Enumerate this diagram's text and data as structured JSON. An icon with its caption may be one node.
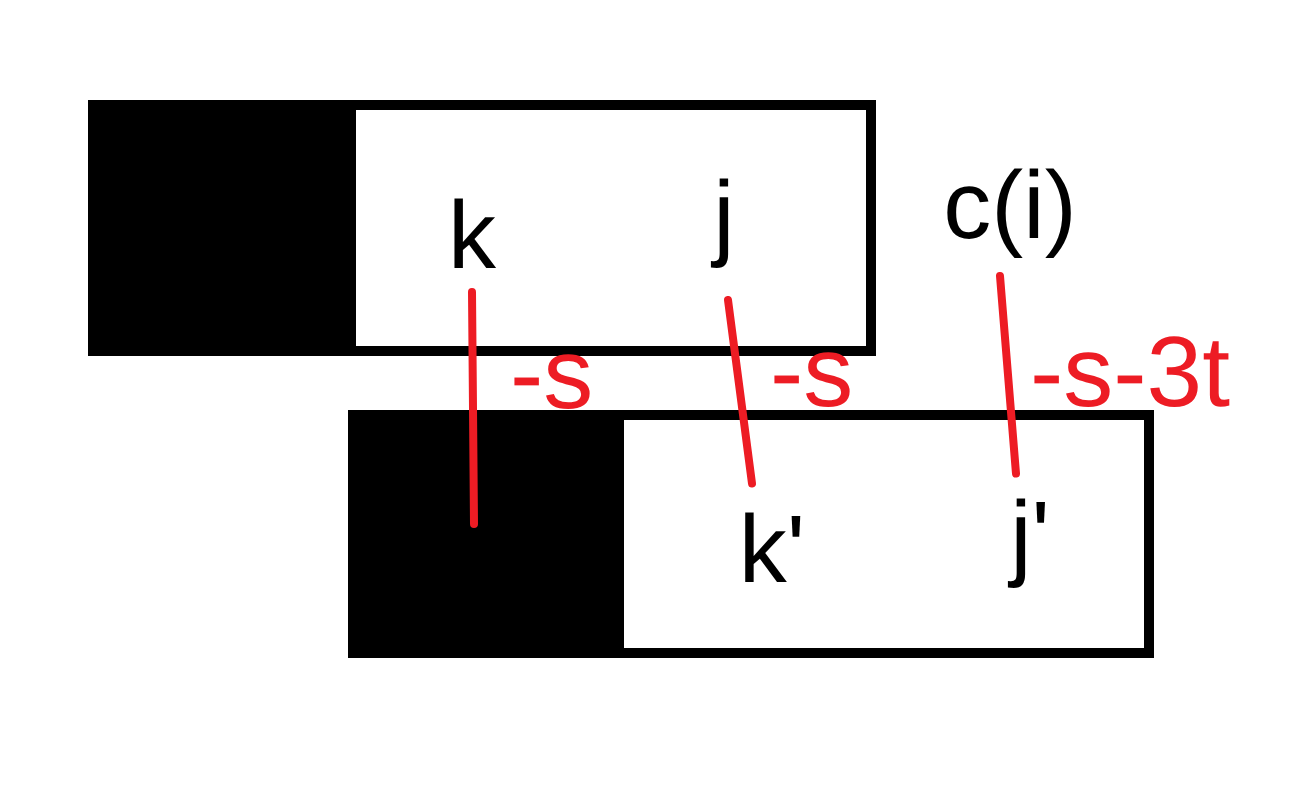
{
  "diagram": {
    "nodes": [
      {
        "text": [],
        "shape": "box"
      },
      {
        "text": [],
        "shape": "box"
      },
      {
        "text": [
          "k"
        ],
        "in": 1
      },
      {
        "text": [
          "j"
        ],
        "in": 1
      },
      {
        "text": [
          "c(i)"
        ]
      },
      {
        "text": [],
        "shape": "box"
      },
      {
        "text": [],
        "shape": "box"
      },
      {
        "text": [
          "k'"
        ],
        "in": 6
      },
      {
        "text": [
          "j'"
        ],
        "in": 6
      }
    ],
    "edges": [
      {
        "from": 2,
        "to": 5,
        "arrow": "none",
        "label": "-s"
      },
      {
        "from": 3,
        "to": 7,
        "arrow": "none",
        "label": "-s"
      },
      {
        "from": 4,
        "to": 8,
        "arrow": "none",
        "label": "-s-3t"
      }
    ]
  }
}
